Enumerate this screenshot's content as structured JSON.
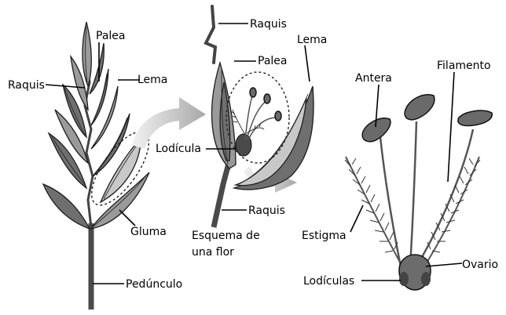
{
  "labels": {
    "palea_left": "Palea",
    "raquis_left": "Raquis",
    "lema_left": "Lema",
    "gluma": "Gluma",
    "pedunculo": "Pedúnculo",
    "raquis_top": "Raquis",
    "palea_mid": "Palea",
    "lema_mid": "Lema",
    "lodicula": "Lodícula",
    "raquis_mid": "Raquis",
    "esquema_line1": "Esquema de",
    "esquema_line2": "una flor",
    "antera": "Antera",
    "filamento": "Filamento",
    "estigma": "Estigma",
    "ovario": "Ovario",
    "lodiculas": "Lodículas"
  },
  "colors": {
    "background": "#ffffff",
    "arrow": "#b5b5b5",
    "line": "#000000"
  }
}
